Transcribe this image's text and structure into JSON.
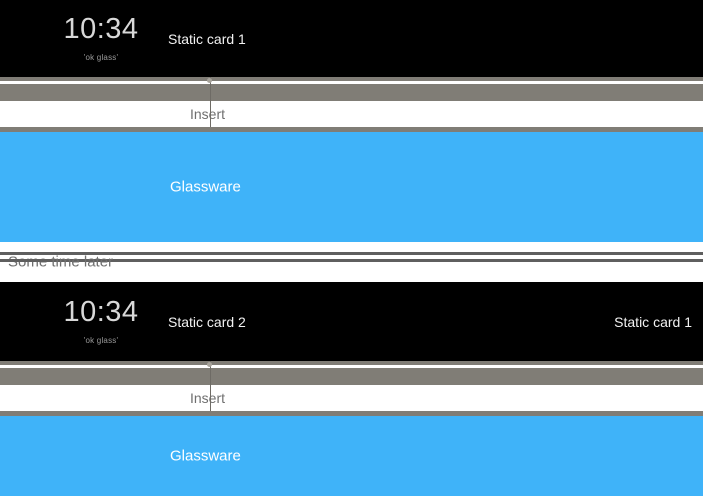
{
  "colors": {
    "black": "#000000",
    "gray_band": "#807d76",
    "white": "#ffffff",
    "blue": "#3fb3f9",
    "clock_text": "#d8d8d8",
    "ok_glass_text": "#9a9a9a",
    "card_text": "#f2f2f2",
    "insert_text": "#6f6f6f",
    "glassware_text": "#ffffff",
    "rule": "#5f5f5f",
    "tick": "#6e6b65"
  },
  "before": {
    "home_card": {
      "clock": "10:34",
      "hotword": "'ok glass'"
    },
    "cards": [
      {
        "label": "Static card 1",
        "align": "left"
      }
    ],
    "insert_label": "Insert",
    "glassware_label": "Glassware"
  },
  "separator": {
    "label": "Some time later"
  },
  "after": {
    "home_card": {
      "clock": "10:34",
      "hotword": "'ok glass'"
    },
    "cards": [
      {
        "label": "Static card 2",
        "align": "left"
      },
      {
        "label": "Static card 1",
        "align": "right"
      }
    ],
    "insert_label": "Insert",
    "glassware_label": "Glassware"
  }
}
